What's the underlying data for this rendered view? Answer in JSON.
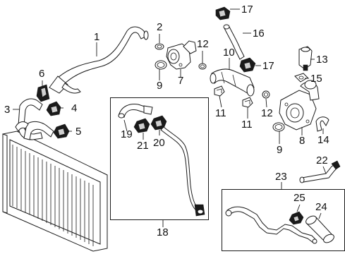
{
  "diagram": {
    "callouts": {
      "c1": "1",
      "c2": "2",
      "c3": "3",
      "c4": "4",
      "c5": "5",
      "c6": "6",
      "c7": "7",
      "c8": "8",
      "c9a": "9",
      "c9b": "9",
      "c10": "10",
      "c11a": "11",
      "c11b": "11",
      "c12a": "12",
      "c12b": "12",
      "c13": "13",
      "c14": "14",
      "c15": "15",
      "c16": "16",
      "c17a": "17",
      "c17b": "17",
      "c18": "18",
      "c19": "19",
      "c20": "20",
      "c21": "21",
      "c22": "22",
      "c23": "23",
      "c24": "24",
      "c25": "25"
    }
  }
}
